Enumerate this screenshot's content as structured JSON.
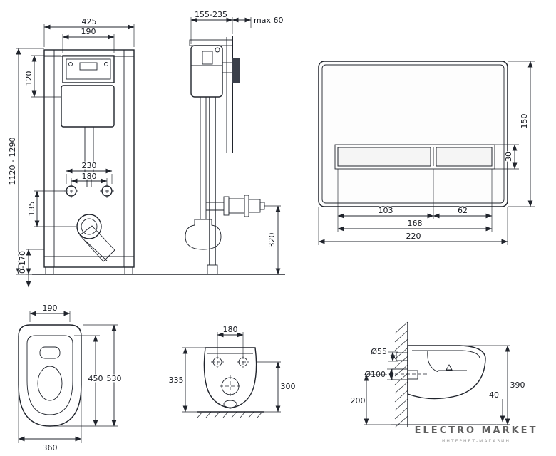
{
  "colors": {
    "ink": "#20242c",
    "logo_gray": "#5f5f5f"
  },
  "frame_front": {
    "width_top": "425",
    "panel_width": "190",
    "panel_height": "120",
    "height_range": "1120 - 1290",
    "fixing_outer": "230",
    "fixing_spacing": "180",
    "outlet_offset": "135",
    "feet_range": "0-170"
  },
  "frame_side": {
    "depth_range": "155-235",
    "wall_max": "max 60",
    "outlet_height": "320"
  },
  "flush_plate": {
    "height": "150",
    "button_height": "30",
    "button_large": "103",
    "button_small": "62",
    "buttons_width": "168",
    "width": "220"
  },
  "toilet_top": {
    "front_width": "190",
    "inner_depth": "450",
    "total_depth": "530",
    "max_width": "360"
  },
  "toilet_front": {
    "hole_spacing": "180",
    "height_total": "335",
    "height_bowl": "300"
  },
  "toilet_side": {
    "inlet_dia": "Ø55",
    "outlet_dia": "Ø100",
    "outlet_height": "200",
    "height": "390",
    "rim": "40"
  },
  "logo": {
    "name": "ELECTRO MARKET",
    "tagline": "ИНТЕРНЕТ-МАГАЗИН"
  }
}
